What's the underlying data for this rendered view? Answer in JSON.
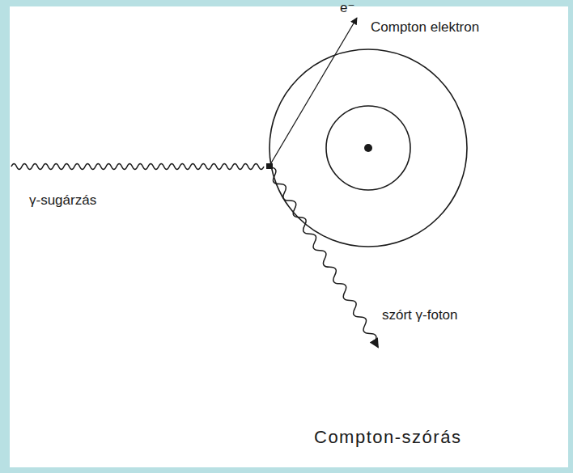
{
  "diagram": {
    "caption": "Compton-szórás",
    "labels": [
      "e⁻",
      "Compton elektron",
      "γ-sugárzás",
      "szórt γ-foton"
    ]
  }
}
